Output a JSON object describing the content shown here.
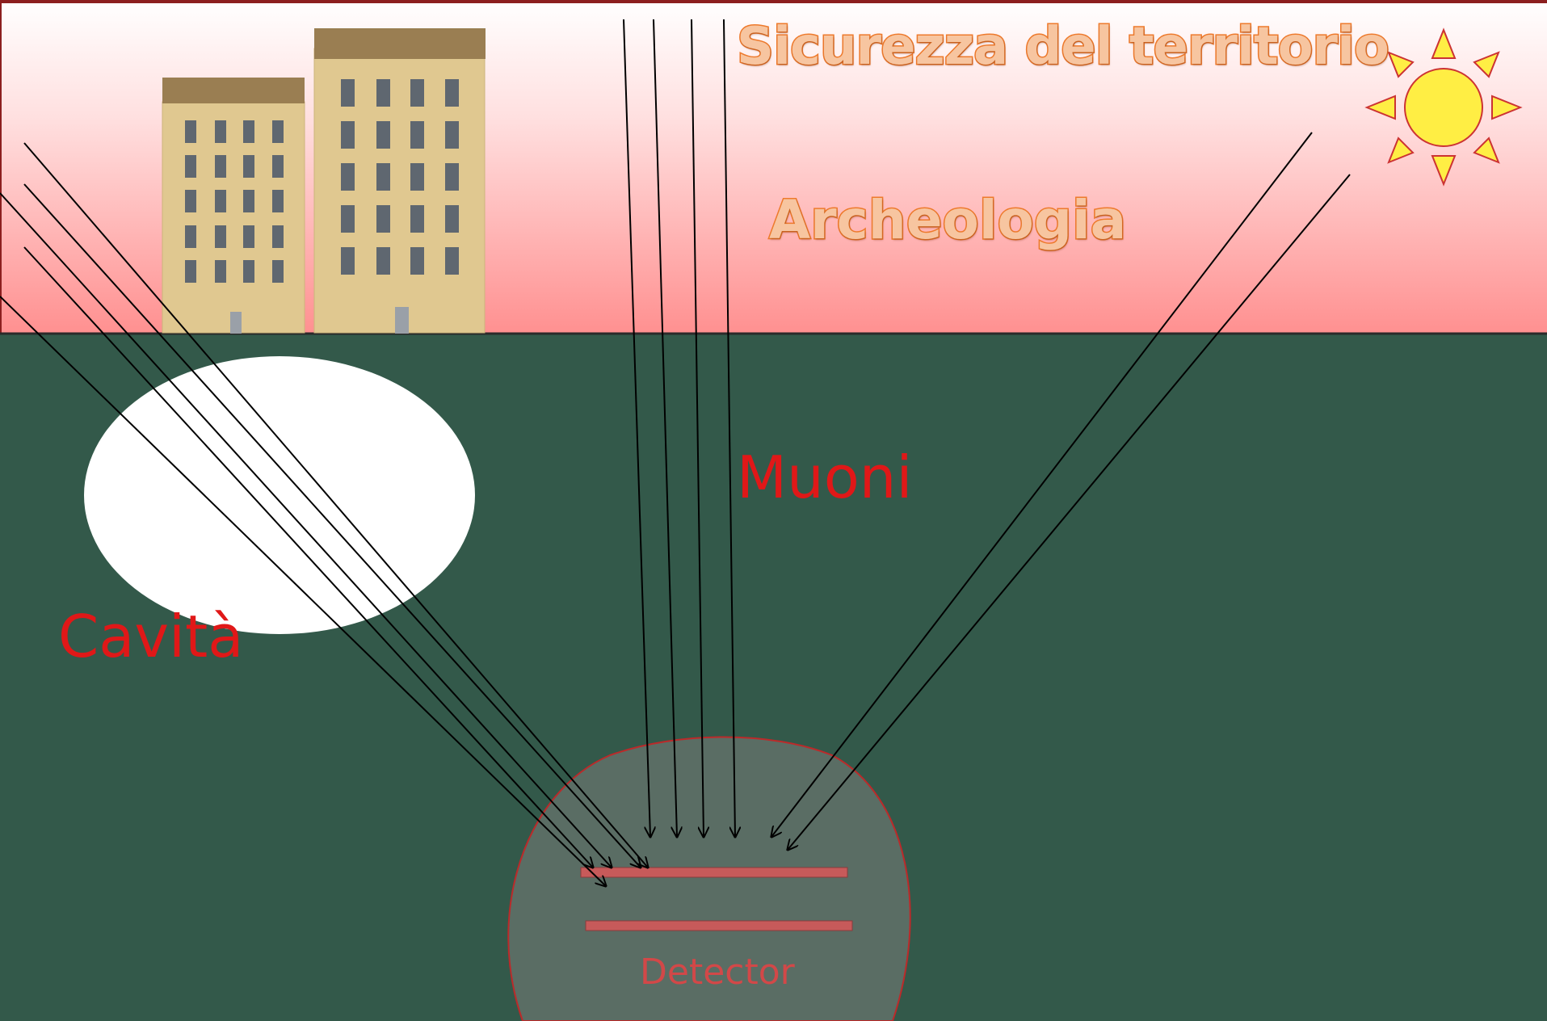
{
  "labels": {
    "sicurezza": "Sicurezza del territorio",
    "archeologia": "Archeologia",
    "muoni": "Muoni",
    "cavita": "Cavità",
    "detector": "Detector"
  },
  "colors": {
    "sky_top": "#ffffff",
    "sky_bottom": "#ff9090",
    "ground": "#33594a",
    "building_wall": "#e0c890",
    "building_roof": "#9a7e52",
    "window": "#5f6770",
    "door": "#9aa0a8",
    "sun_fill": "#ffee44",
    "sun_stroke": "#cc3333",
    "cavity": "#ffffff",
    "detector_dome": "#5a6d64",
    "detector_plate": "#c75a5a",
    "muon_line": "#000000",
    "label_red": "#e01818",
    "title_orange": "#ee7a2c"
  },
  "icons": {
    "sun": "sun-icon",
    "building": "building-icon"
  }
}
